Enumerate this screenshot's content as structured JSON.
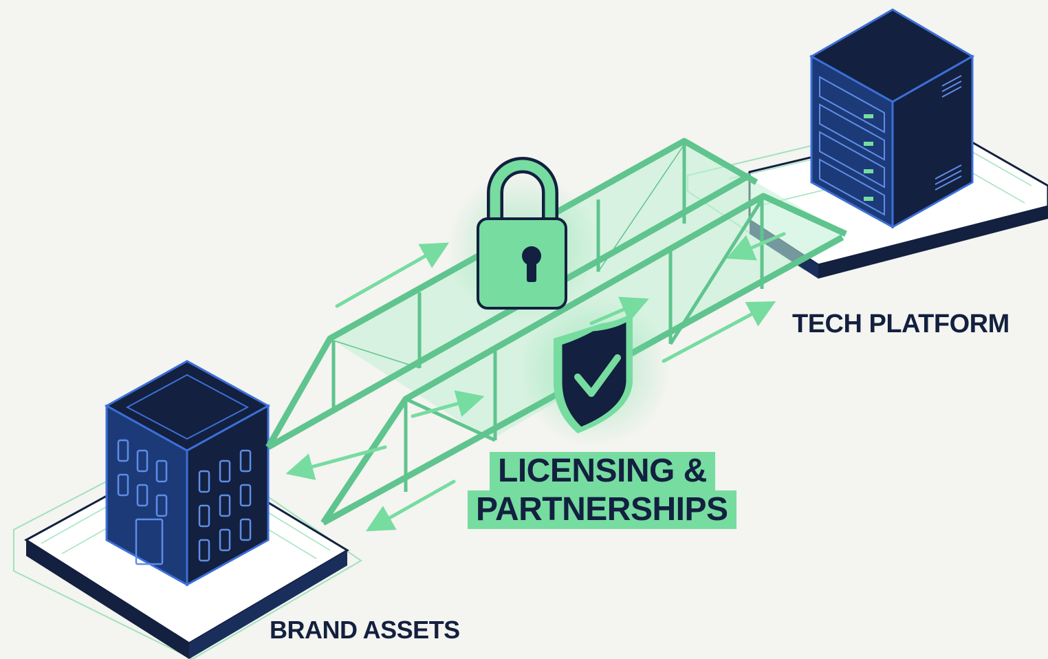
{
  "labels": {
    "tech_platform": "TECH PLATFORM",
    "brand_assets": "BRAND ASSETS",
    "center_line1": "LICENSING &",
    "center_line2": "PARTNERSHIPS"
  },
  "icons": {
    "server": "server-icon",
    "building": "building-icon",
    "bridge": "bridge-icon",
    "padlock": "padlock-icon",
    "shield": "shield-check-icon",
    "arrows": "flow-arrow-icon"
  },
  "colors": {
    "background": "#f4f4f0",
    "navy": "#13203f",
    "navy_face": "#1c3a78",
    "outline_blue": "#3d6fd8",
    "accent_green": "#76dca0",
    "light_green": "#bff0d3",
    "bridge_stroke": "#5fc48e"
  }
}
